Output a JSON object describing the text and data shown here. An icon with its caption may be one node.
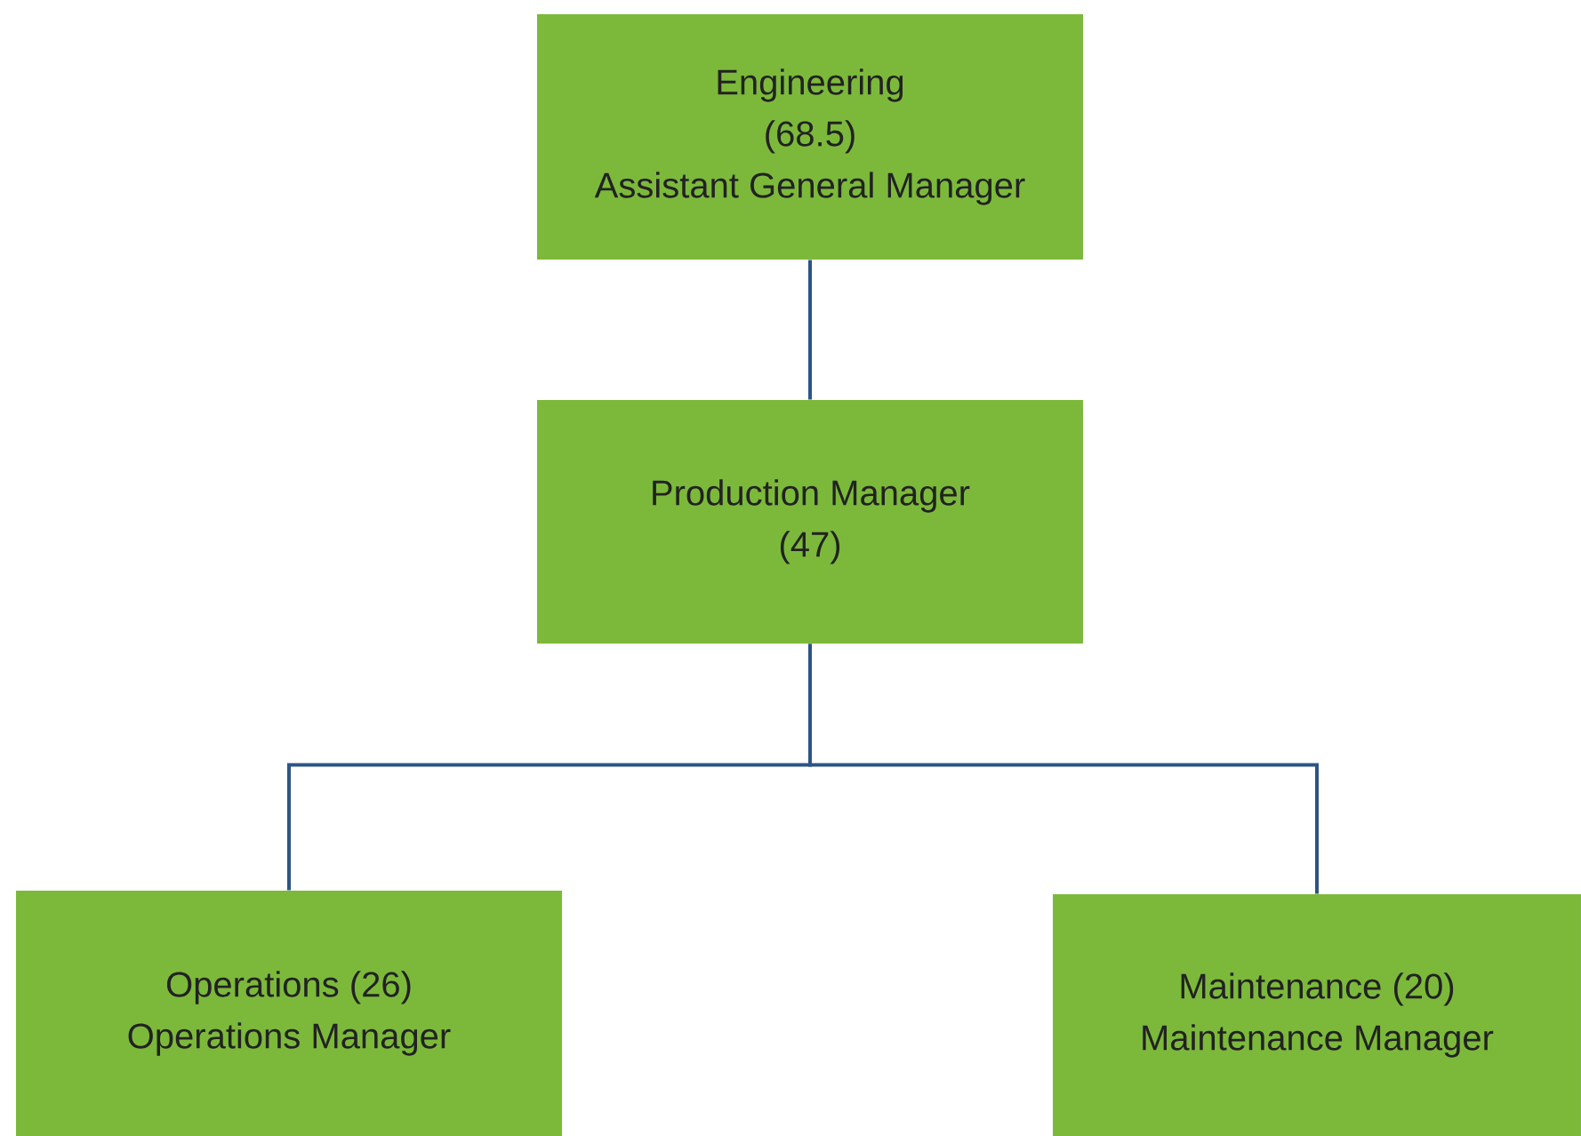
{
  "diagram": {
    "nodes": [
      {
        "text": [
          "Engineering",
          "(68.5)",
          "Assistant General Manager"
        ]
      },
      {
        "text": [
          "Production Manager",
          "(47)"
        ]
      },
      {
        "text": [
          "Operations",
          "(26)",
          "Operations Manager"
        ]
      },
      {
        "text": [
          "Maintenance",
          "(20)",
          "Maintenance Manager"
        ]
      }
    ],
    "edges": [
      {
        "from": 0,
        "to": 1,
        "arrow": "none"
      },
      {
        "from": 1,
        "to": 2,
        "arrow": "none"
      },
      {
        "from": 1,
        "to": 3,
        "arrow": "none"
      }
    ]
  }
}
